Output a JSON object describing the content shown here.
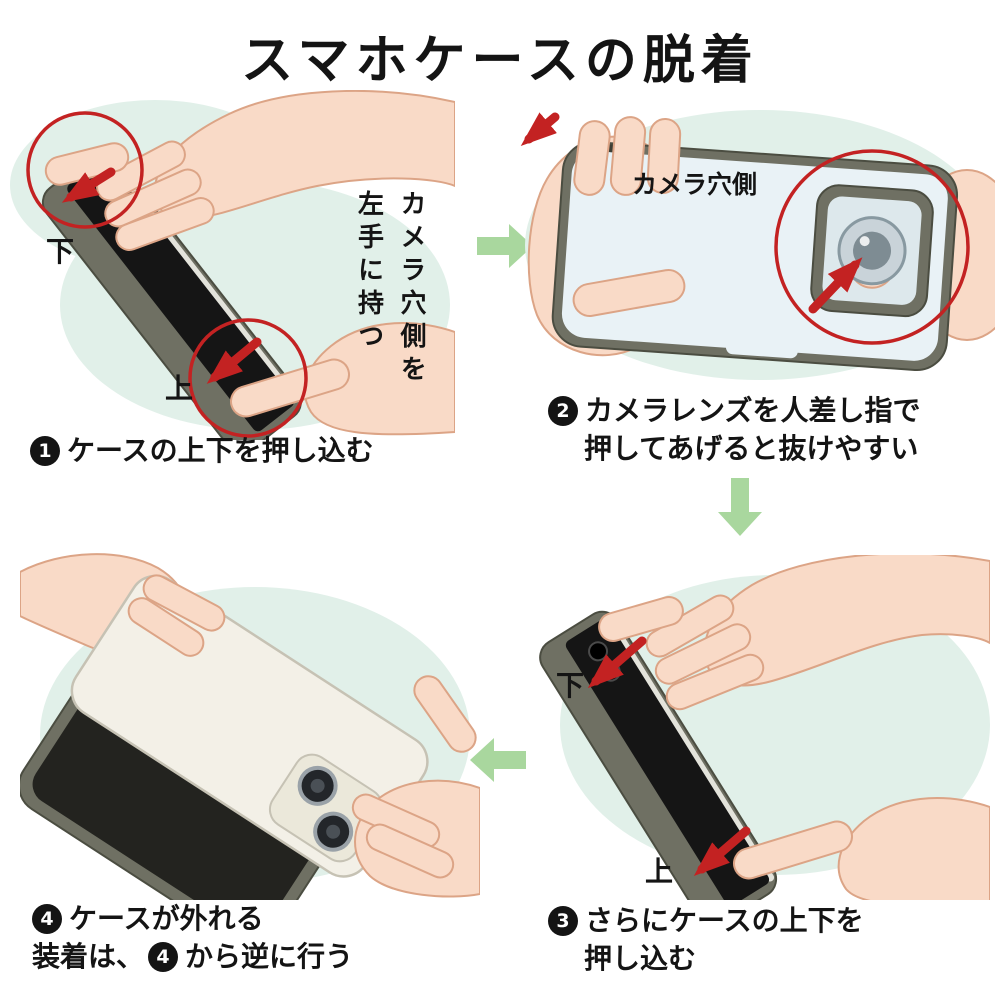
{
  "title": "スマホケースの脱着",
  "colors": {
    "accent_red": "#c32222",
    "arrow_green": "#a9d79e",
    "mint_bg": "#e1f0e9",
    "skin": "#f9dac7",
    "case_olive": "#6f7063",
    "phone_back_blue": "#e9f2f6",
    "phone_back_cream": "#f3f0e7",
    "ink": "#111111"
  },
  "side_note": {
    "first_column": "カメラ穴側を",
    "second_column": "左手に持つ"
  },
  "steps": {
    "s1": {
      "num": "1",
      "caption": "ケースの上下を押し込む",
      "label_down": "下",
      "label_up": "上"
    },
    "s2": {
      "num": "2",
      "caption_l1": "カメラレンズを人差し指で",
      "caption_l2": "押してあげると抜けやすい",
      "camera_label": "カメラ穴側"
    },
    "s3": {
      "num": "3",
      "caption_l1": "さらにケースの上下を",
      "caption_l2": "押し込む",
      "label_down": "下",
      "label_up": "上"
    },
    "s4": {
      "num": "4",
      "caption_l1": "ケースが外れる",
      "caption_l2_pre": "装着は、",
      "caption_l2_num": "4",
      "caption_l2_post": "から逆に行う"
    }
  }
}
